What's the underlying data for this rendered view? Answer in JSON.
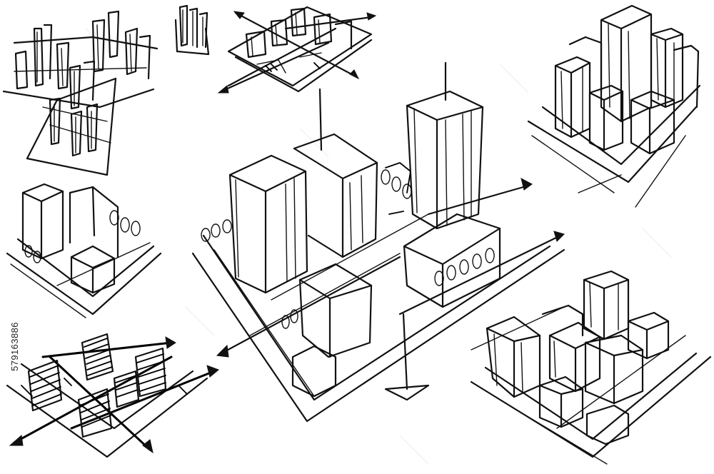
{
  "image": {
    "stock_id": "579163886",
    "background": "#ffffff",
    "ink_color": "#111111",
    "style": "hand-drawn architectural sketches"
  },
  "sketches": [
    {
      "id": "top-left-wireframe-towers"
    },
    {
      "id": "top-small-cluster"
    },
    {
      "id": "top-center-plan-with-arrows"
    },
    {
      "id": "top-right-tower-cluster"
    },
    {
      "id": "center-main-towers"
    },
    {
      "id": "mid-left-block"
    },
    {
      "id": "bottom-left-hatched-plan"
    },
    {
      "id": "bottom-right-block-cluster"
    }
  ]
}
